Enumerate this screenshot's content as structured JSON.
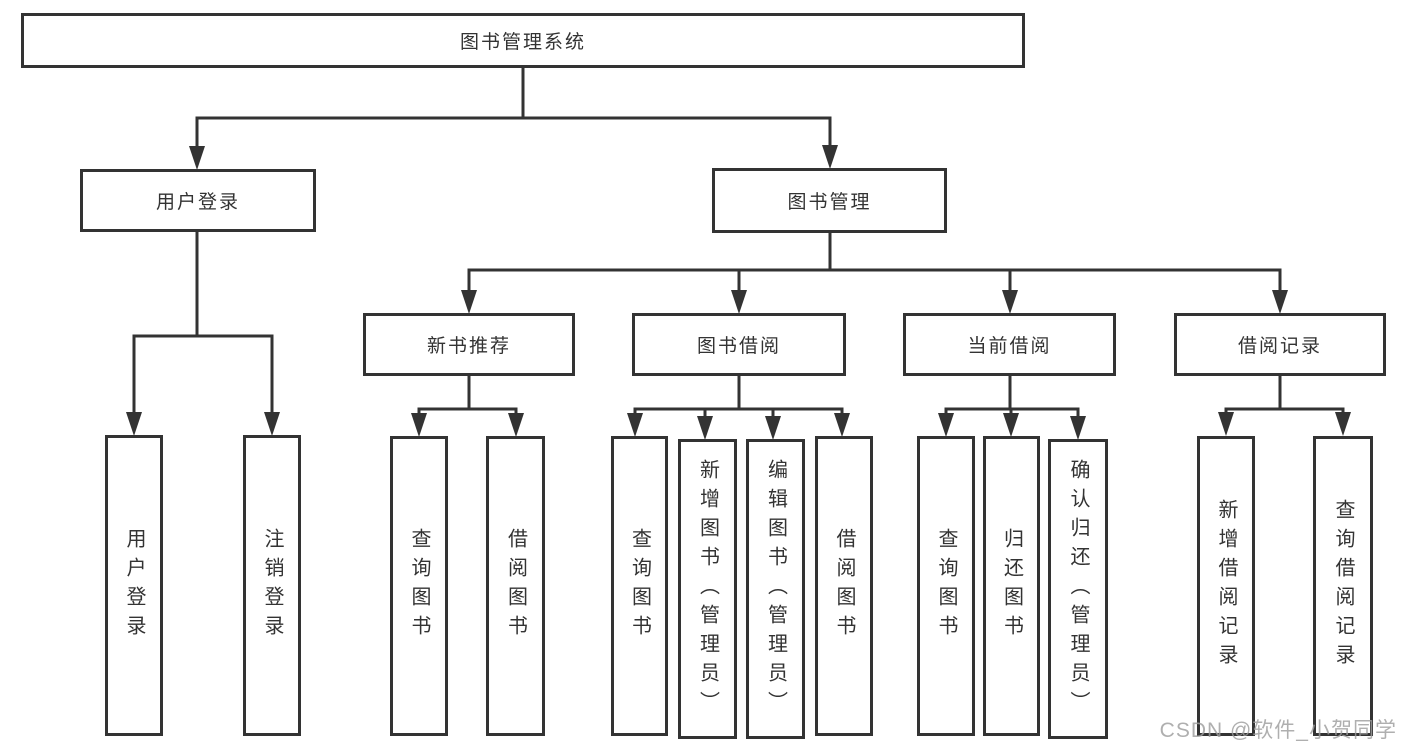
{
  "colors": {
    "line": "#333333",
    "text": "#333333",
    "box_background": "#ffffff",
    "page_background": "#ffffff",
    "watermark": "#9e9e9e"
  },
  "tree": {
    "root": {
      "label": "图书管理系统",
      "children": [
        {
          "label": "用户登录",
          "children": [
            {
              "label": "用户登录"
            },
            {
              "label": "注销登录"
            }
          ]
        },
        {
          "label": "图书管理",
          "children": [
            {
              "label": "新书推荐",
              "children": [
                {
                  "label": "查询图书"
                },
                {
                  "label": "借阅图书"
                }
              ]
            },
            {
              "label": "图书借阅",
              "children": [
                {
                  "label": "查询图书"
                },
                {
                  "label": "新增图书（管理员）"
                },
                {
                  "label": "编辑图书（管理员）"
                },
                {
                  "label": "借阅图书"
                }
              ]
            },
            {
              "label": "当前借阅",
              "children": [
                {
                  "label": "查询图书"
                },
                {
                  "label": "归还图书"
                },
                {
                  "label": "确认归还（管理员）"
                }
              ]
            },
            {
              "label": "借阅记录",
              "children": [
                {
                  "label": "新增借阅记录"
                },
                {
                  "label": "查询借阅记录"
                }
              ]
            }
          ]
        }
      ]
    }
  },
  "watermark": {
    "text": "CSDN @软件_小贺同学"
  }
}
